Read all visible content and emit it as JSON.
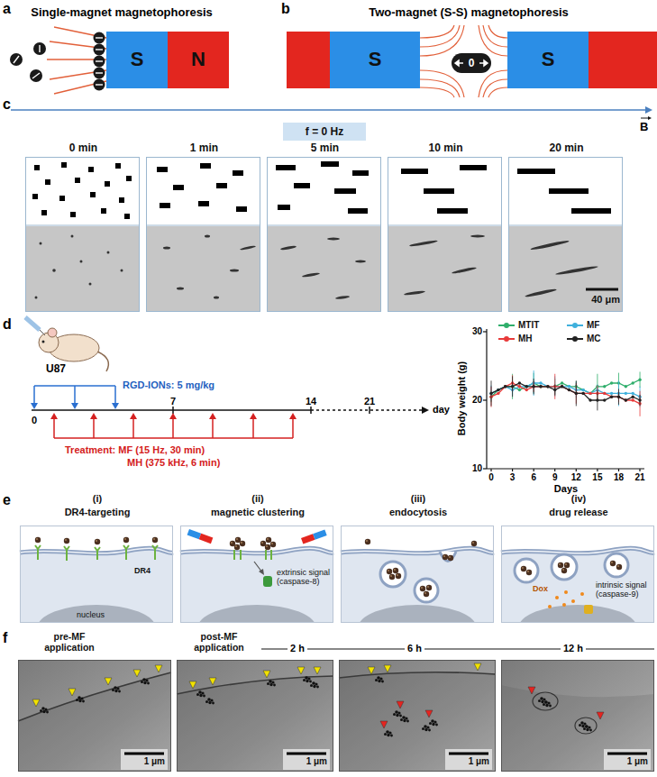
{
  "diagram": {
    "nodes": [
      {
        "text": [
          "S"
        ]
      },
      {
        "text": [
          "N"
        ]
      },
      {
        "text": [
          "S"
        ]
      },
      {
        "text": [
          "S"
        ]
      },
      {
        "text": [
          "0"
        ]
      },
      {
        "text": [
          "f = 0 Hz"
        ]
      },
      {
        "text": [
          "0 min"
        ]
      },
      {
        "text": [
          "1 min"
        ]
      },
      {
        "text": [
          "5 min"
        ]
      },
      {
        "text": [
          "10 min"
        ]
      },
      {
        "text": [
          "20 min",
          "40 μm"
        ]
      },
      {
        "text": [
          "(i)",
          "DR4-targeting",
          "DR4",
          "nucleus"
        ]
      },
      {
        "text": [
          "(ii)",
          "magnetic clustering",
          "extrinsic signal (caspase-8)"
        ]
      },
      {
        "text": [
          "(iii)",
          "endocytosis"
        ]
      },
      {
        "text": [
          "(iv)",
          "drug release",
          "Dox",
          "intrinsic signal (caspase-9)"
        ]
      },
      {
        "text": [
          "pre-MF application",
          "1 μm"
        ]
      },
      {
        "text": [
          "post-MF application",
          "1 μm"
        ]
      },
      {
        "text": [
          "1 μm"
        ]
      },
      {
        "text": [
          "1 μm"
        ]
      }
    ],
    "labels": [
      "a",
      "Single-magnet magnetophoresis",
      "b",
      "Two-magnet (S-S) magnetophoresis",
      "c",
      "B",
      "d",
      "U87",
      "RGD-IONs: 5 mg/kg",
      "0",
      "7",
      "14",
      "21",
      "day",
      "Treatment: MF (15 Hz, 30 min)",
      "MH (375 kHz, 6 min)",
      "Body weight (g)",
      "30",
      "20",
      "10",
      "0",
      "3",
      "6",
      "9",
      "12",
      "15",
      "18",
      "21",
      "Days",
      "e",
      "f",
      "2 h",
      "6 h",
      "12 h"
    ],
    "legend": [
      {
        "text": "MTIT",
        "color": "#2fae6b"
      },
      {
        "text": "MF",
        "color": "#3fb0dc"
      },
      {
        "text": "MH",
        "color": "#e83a3a"
      },
      {
        "text": "MC",
        "color": "#222222"
      }
    ]
  }
}
